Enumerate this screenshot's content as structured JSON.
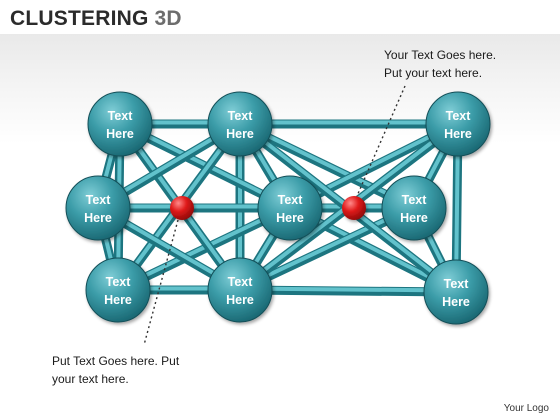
{
  "title": {
    "main": "CLUSTERING",
    "accent": "3D"
  },
  "colors": {
    "node_fill_light": "#5fb7c2",
    "node_fill_dark": "#15606b",
    "rod_light": "#62c2cc",
    "rod_dark": "#1d7580",
    "center_dot": "#d11a1a"
  },
  "nodes": [
    {
      "id": "n1",
      "line1": "Text",
      "line2": "Here"
    },
    {
      "id": "n2",
      "line1": "Text",
      "line2": "Here"
    },
    {
      "id": "n3",
      "line1": "Text",
      "line2": "Here"
    },
    {
      "id": "n4",
      "line1": "Text",
      "line2": "Here"
    },
    {
      "id": "n5",
      "line1": "Text",
      "line2": "Here"
    },
    {
      "id": "n6",
      "line1": "Text",
      "line2": "Here"
    },
    {
      "id": "n7",
      "line1": "Text",
      "line2": "Here"
    },
    {
      "id": "n8",
      "line1": "Text",
      "line2": "Here"
    },
    {
      "id": "n9",
      "line1": "Text",
      "line2": "Here"
    }
  ],
  "edges": [
    [
      "n1",
      "n2"
    ],
    [
      "n2",
      "n3"
    ],
    [
      "n7",
      "n8"
    ],
    [
      "n8",
      "n9"
    ],
    [
      "n1",
      "n4"
    ],
    [
      "n4",
      "n7"
    ],
    [
      "n1",
      "n7"
    ],
    [
      "n2",
      "n8"
    ],
    [
      "n3",
      "n9"
    ],
    [
      "n6",
      "n9"
    ],
    [
      "n3",
      "n6"
    ],
    [
      "n4",
      "n5"
    ],
    [
      "n5",
      "n6"
    ],
    [
      "n2",
      "n5"
    ],
    [
      "n5",
      "n8"
    ],
    [
      "n1",
      "n5"
    ],
    [
      "n5",
      "n7"
    ],
    [
      "n2",
      "n6"
    ],
    [
      "n3",
      "n5"
    ],
    [
      "n5",
      "n9"
    ],
    [
      "n6",
      "n8"
    ],
    [
      "n1",
      "n8"
    ],
    [
      "n2",
      "n7"
    ],
    [
      "n4",
      "n2"
    ],
    [
      "n4",
      "n8"
    ],
    [
      "n2",
      "n9"
    ],
    [
      "n3",
      "n8"
    ]
  ],
  "callouts": {
    "top": {
      "line1": "Your Text Goes here.",
      "line2": "Put your text here."
    },
    "bottom": {
      "line1": "Put Text Goes here. Put",
      "line2": "your text here."
    }
  },
  "logo": "Your Logo"
}
